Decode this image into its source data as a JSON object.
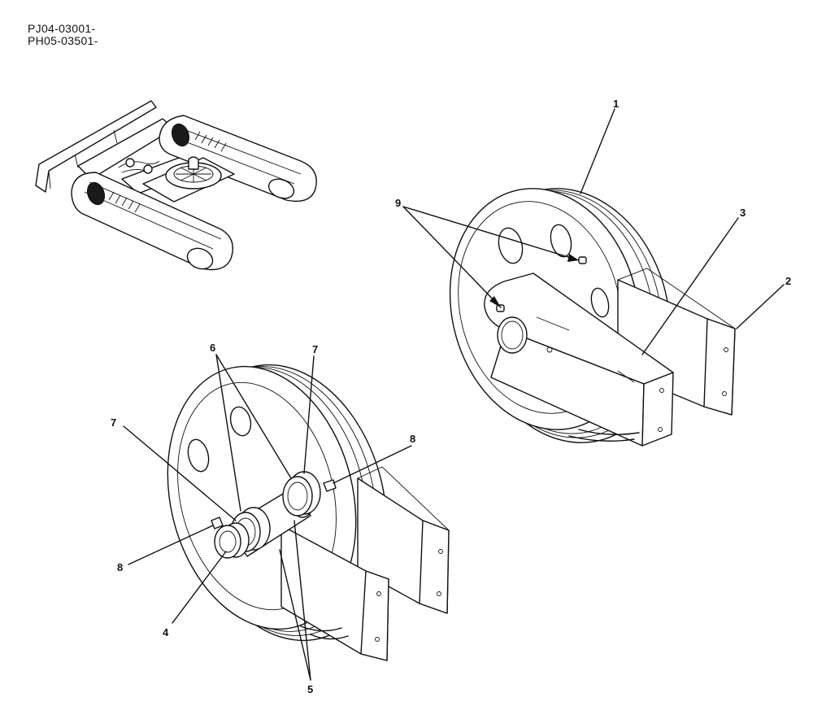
{
  "header": {
    "line1": "PJ04-03001-",
    "line2": "PH05-03501-"
  },
  "callouts": {
    "c1": "1",
    "c2": "2",
    "c3": "3",
    "c4": "4",
    "c5": "5",
    "c6": "6",
    "c7a": "7",
    "c7b": "7",
    "c8a": "8",
    "c8b": "8",
    "c9": "9"
  }
}
